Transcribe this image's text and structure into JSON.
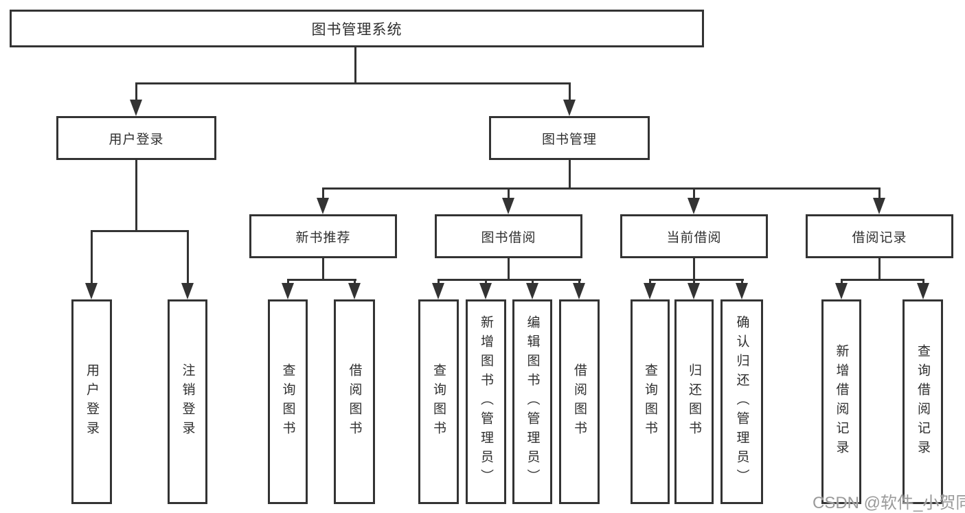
{
  "root": "图书管理系统",
  "level2": [
    "用户登录",
    "图书管理"
  ],
  "level3": [
    "新书推荐",
    "图书借阅",
    "当前借阅",
    "借阅记录"
  ],
  "leaves": {
    "user_login": [
      "用户登录",
      "注销登录"
    ],
    "new_book_recommend": [
      "查询图书",
      "借阅图书"
    ],
    "book_borrow": [
      "查询图书",
      "新增图书（管理员）",
      "编辑图书（管理员）",
      "借阅图书"
    ],
    "current_borrow": [
      "查询图书",
      "归还图书",
      "确认归还（管理员）"
    ],
    "borrow_records": [
      "新增借阅记录",
      "查询借阅记录"
    ]
  },
  "watermark": "CSDN @软件_小贺同学",
  "colors": {
    "line": "#333333",
    "text": "#2f2f2f",
    "watermark": "#9a9a9a",
    "background": "#ffffff"
  }
}
